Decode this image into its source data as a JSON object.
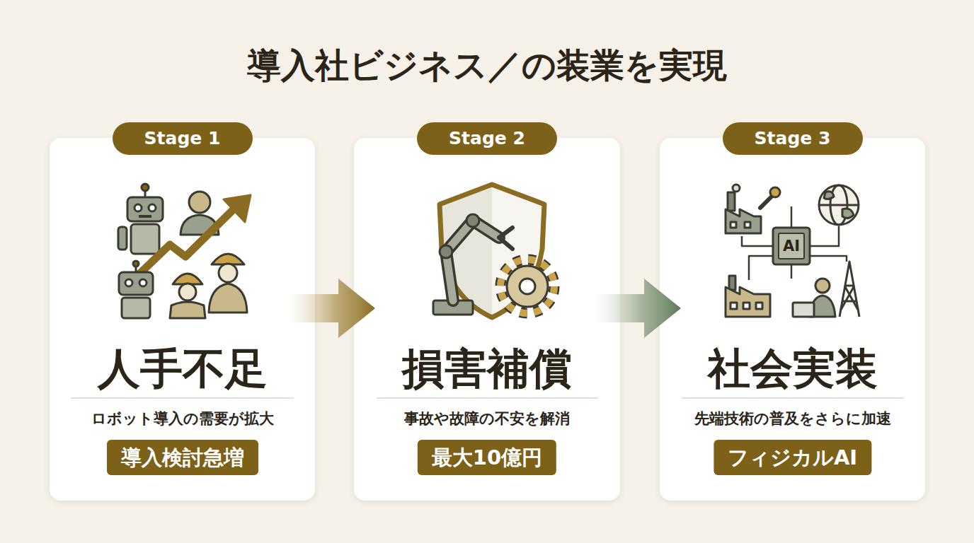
{
  "diagram": {
    "title": "導入社ビジネス／の装業を実現",
    "nodes": [
      {
        "text": [
          "Stage 1",
          "人手不足",
          "ロボット導入の需要が拡大"
        ]
      },
      {
        "text": [
          "導入検討急増"
        ],
        "in": 0
      },
      {
        "text": [
          "Stage 2",
          "損害補償",
          "事故や故障の不安を解消"
        ]
      },
      {
        "text": [
          "最大10億円"
        ],
        "in": 2
      },
      {
        "text": [
          "Stage 3",
          "社会実装",
          "先端技術の普及をさらに加速"
        ]
      },
      {
        "text": [
          "フィジカルAI"
        ],
        "in": 4
      }
    ],
    "edges": [
      {
        "from": 0,
        "to": 2,
        "arrow": "to"
      },
      {
        "from": 2,
        "to": 4,
        "arrow": "to"
      }
    ],
    "labels": [
      "AI"
    ]
  }
}
